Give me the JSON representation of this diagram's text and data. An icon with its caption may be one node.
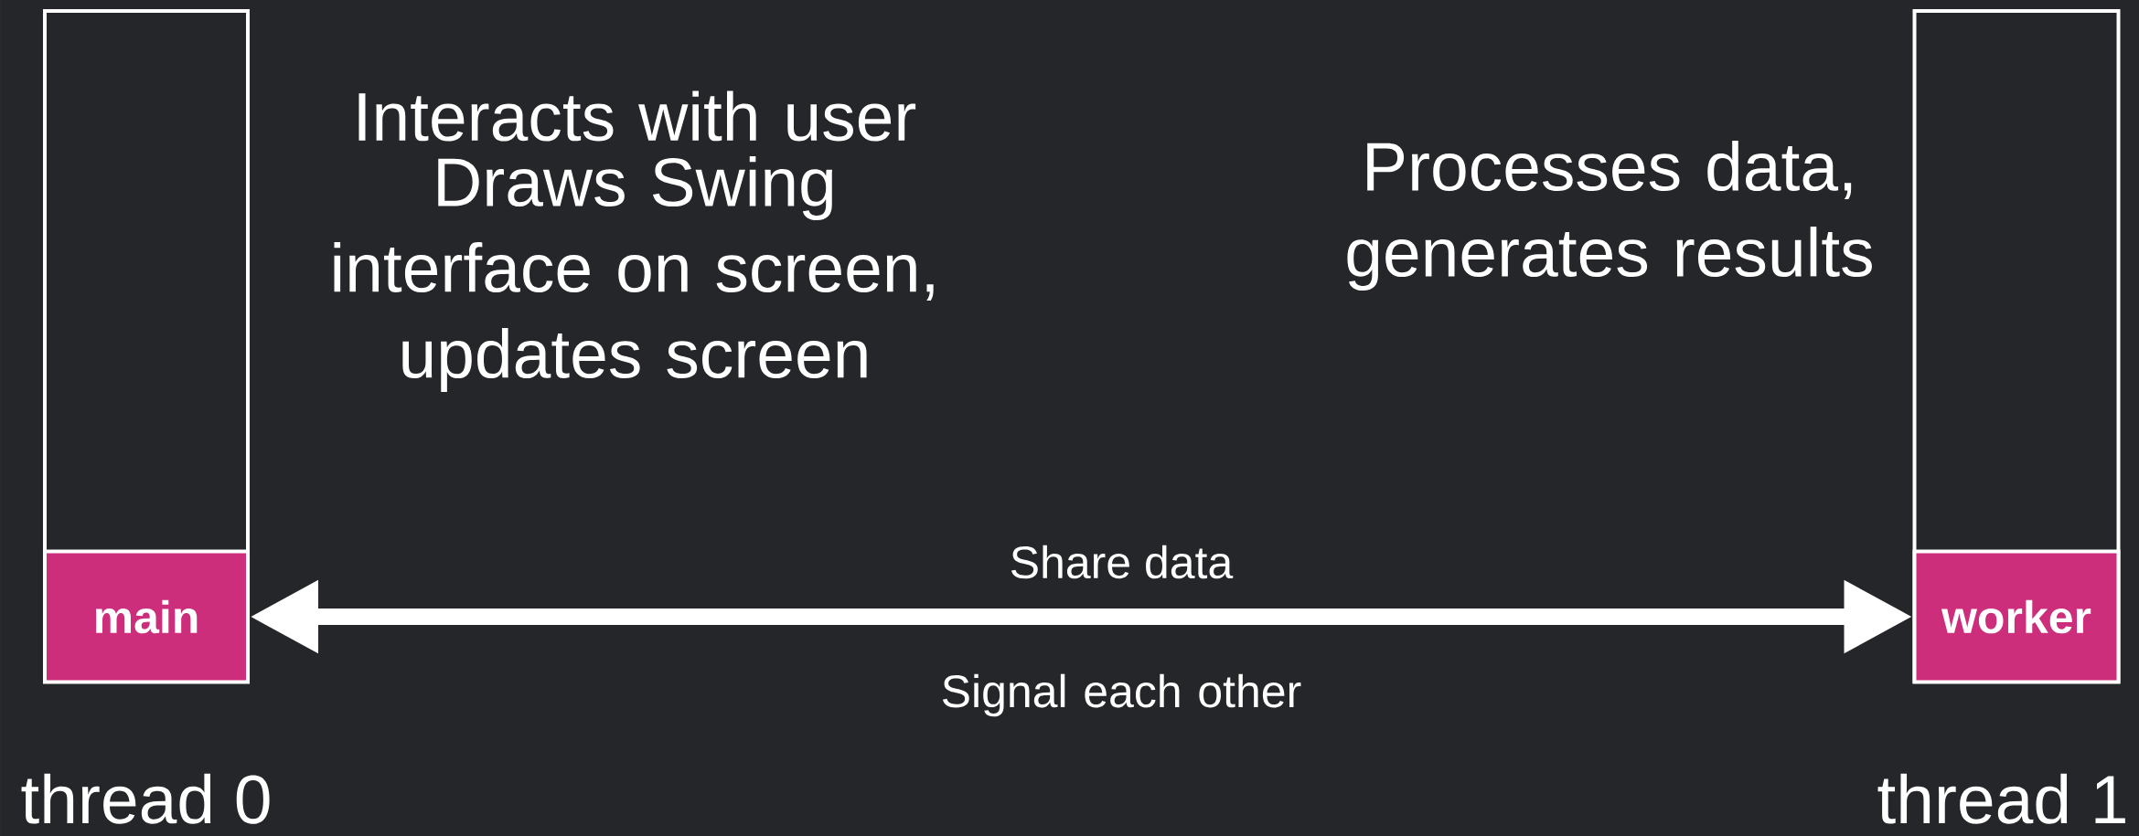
{
  "diagram": {
    "nodes": [
      {
        "text": [
          "thread 0"
        ]
      },
      {
        "text": [
          "main"
        ],
        "in": 0
      },
      {
        "text": [
          "thread 1"
        ]
      },
      {
        "text": [
          "worker"
        ],
        "in": 2
      }
    ],
    "edges": [
      {
        "from": 1,
        "to": 3,
        "arrow": "both",
        "label": "Share data"
      }
    ],
    "labels": [
      "Interacts with user",
      "Draws Swing interface on screen, updates screen",
      "Processes data, generates results",
      "Signal each other"
    ]
  }
}
